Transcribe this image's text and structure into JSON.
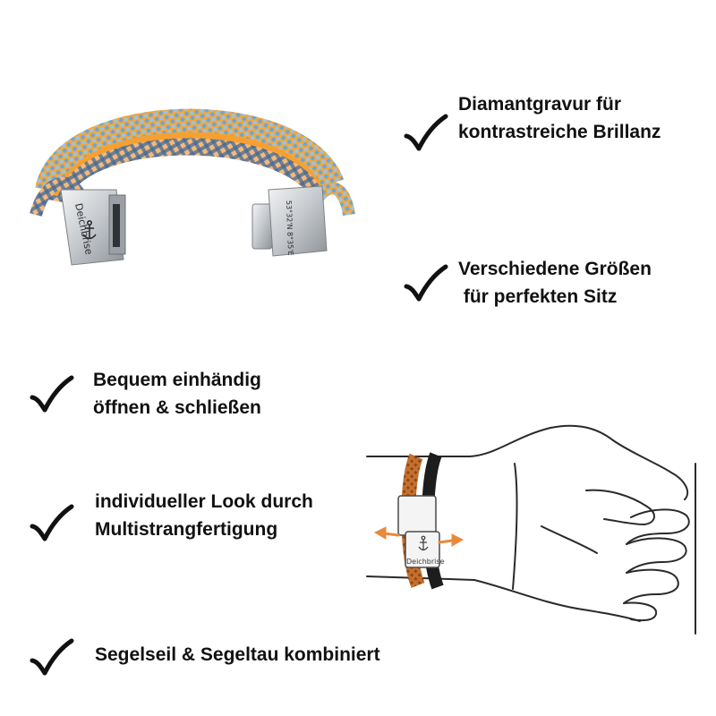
{
  "palette": {
    "rope_orange": "#f6a637",
    "rope_blue": "#5b8fc0",
    "rope_grey": "#6f7f93",
    "steel": "#c9cdd1",
    "text": "#111111",
    "arrow_orange": "#e88a3c",
    "sketch_line": "#2a2a2a"
  },
  "product": {
    "brand_engraving": "Deichbrise",
    "inner_engraving": "53°32'N 8°35'E",
    "icons": [
      "anchor-icon"
    ]
  },
  "features": [
    {
      "icon": "check-icon",
      "lines": [
        "Diamantgravur für",
        "kontrastreiche Brillanz"
      ]
    },
    {
      "icon": "check-icon",
      "lines": [
        "Verschiedene Größen",
        " für perfekten Sitz"
      ]
    },
    {
      "icon": "check-icon",
      "lines": [
        "Bequem einhändig",
        "öffnen & schließen"
      ]
    },
    {
      "icon": "check-icon",
      "lines": [
        "individueller Look durch",
        "Multistrangfertigung"
      ]
    },
    {
      "icon": "check-icon",
      "lines": [
        "Segelseil & Segeltau kombiniert"
      ]
    }
  ],
  "illustration": {
    "clasp_engraving": "Deichbrise",
    "icons": [
      "anchor-icon",
      "double-arrow-icon"
    ]
  }
}
